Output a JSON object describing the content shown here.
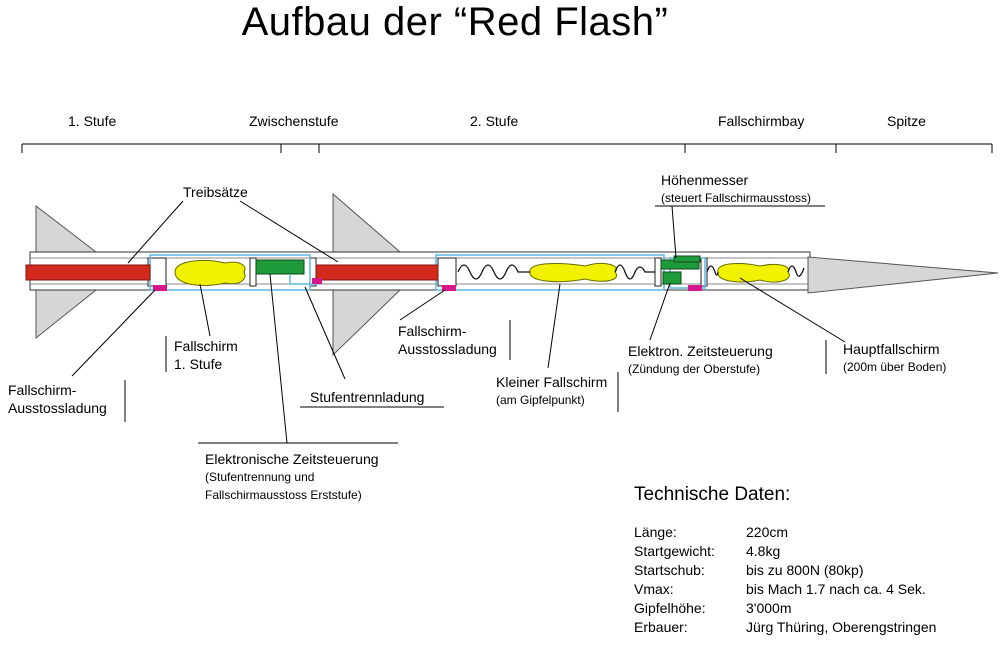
{
  "title": "Aufbau der “Red Flash”",
  "sections": {
    "stage1": "1. Stufe",
    "interstage": "Zwischenstufe",
    "stage2": "2. Stufe",
    "chute_bay": "Fallschirmbay",
    "nose": "Spitze"
  },
  "labels": {
    "motors": "Treibsätze",
    "altimeter": "Höhenmesser",
    "altimeter_sub": "(steuert Fallschirmausstoss)",
    "chute_stage1_line1": "Fallschirm",
    "chute_stage1_line2": "1. Stufe",
    "ejection1_line1": "Fallschirm-",
    "ejection1_line2": "Ausstossladung",
    "separation": "Stufentrennladung",
    "timer1": "Elektronische Zeitsteuerung",
    "timer1_sub1": "(Stufentrennung und",
    "timer1_sub2": "Fallschirmausstoss Erststufe)",
    "ejection2_line1": "Fallschirm-",
    "ejection2_line2": "Ausstossladung",
    "small_chute": "Kleiner Fallschirm",
    "small_chute_sub": "(am Gipfelpunkt)",
    "timer2": "Elektron. Zeitsteuerung",
    "timer2_sub": "(Zündung der Oberstufe)",
    "main_chute": "Hauptfallschirm",
    "main_chute_sub": "(200m über Boden)"
  },
  "tech": {
    "heading": "Technische Daten:",
    "rows": [
      {
        "key": "Länge:",
        "value": "220cm"
      },
      {
        "key": "Startgewicht:",
        "value": "4.8kg"
      },
      {
        "key": "Startschub:",
        "value": "bis zu 800N (80kp)"
      },
      {
        "key": "Vmax:",
        "value": "bis Mach 1.7 nach ca. 4 Sek."
      },
      {
        "key": "Gipfelhöhe:",
        "value": "3'000m"
      },
      {
        "key": "Erbauer:",
        "value": "Jürg Thüring, Oberengstringen"
      }
    ]
  },
  "colors": {
    "motor": "#d42a1e",
    "chute": "#f2f200",
    "electronics": "#1f9a3a",
    "charge": "#d6168a",
    "fin": "#d6d6d6",
    "bay_outline": "#5fb6e6"
  }
}
